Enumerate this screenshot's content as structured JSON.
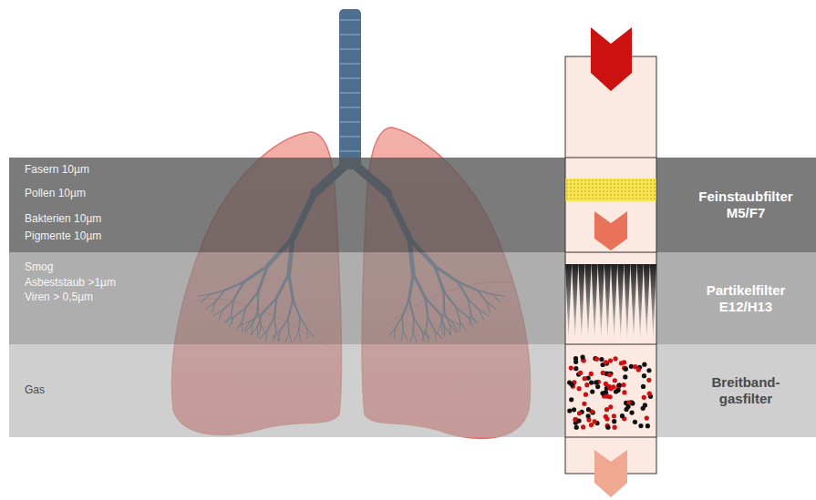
{
  "diagram": {
    "nodes": [
      {
        "text": [
          "Fasern 10µm",
          "Pollen 10µm",
          "Bakterien 10µm",
          "Pigmente 10µm",
          "Feinstaubfilter M5/F7"
        ]
      },
      {
        "text": [
          "Smog",
          "Asbeststaub >1µm",
          "Viren > 0,5µm",
          "Partikelfilter E12/H13"
        ]
      },
      {
        "text": [
          "Gas",
          "Breitband- gasfilter"
        ]
      }
    ]
  }
}
